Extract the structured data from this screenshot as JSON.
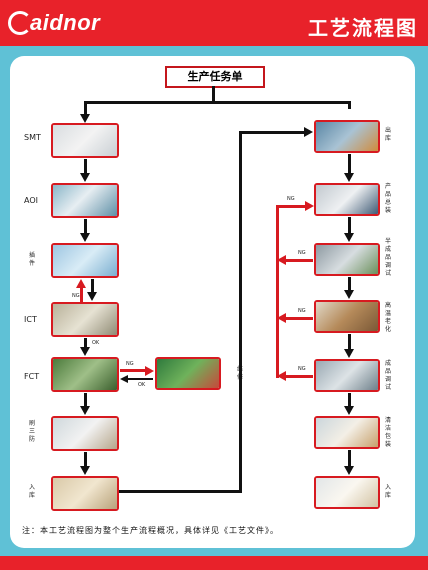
{
  "header": {
    "logo_text": "aidnor",
    "title": "工艺流程图"
  },
  "task_box": "生产任务单",
  "left_steps": [
    {
      "id": "smt",
      "label": "SMT"
    },
    {
      "id": "aoi",
      "label": "AOI"
    },
    {
      "id": "insert",
      "label": "插\n件"
    },
    {
      "id": "ict",
      "label": "ICT"
    },
    {
      "id": "fct",
      "label": "FCT"
    },
    {
      "id": "coat",
      "label": "刷\n三\n防"
    },
    {
      "id": "store1",
      "label": "入\n库"
    }
  ],
  "repair_label": "维\n修",
  "right_steps": [
    {
      "id": "outbound",
      "label": "出\n库"
    },
    {
      "id": "assembly",
      "label": "产\n品\n总\n装"
    },
    {
      "id": "semi_test",
      "label": "半\n成\n品\n调\n试"
    },
    {
      "id": "aging",
      "label": "高\n温\n老\n化"
    },
    {
      "id": "final_test",
      "label": "成\n品\n调\n试"
    },
    {
      "id": "pack",
      "label": "清\n洁\n包\n装"
    },
    {
      "id": "store2",
      "label": "入\n库"
    }
  ],
  "tags": {
    "ng": "NG",
    "ok": "OK"
  },
  "note": "注：本工艺流程图为整个生产流程概况，具体详见《工艺文件》。",
  "colors": {
    "red": "#e8222a",
    "cyan": "#5fc1d6",
    "border": "#d71a20"
  }
}
